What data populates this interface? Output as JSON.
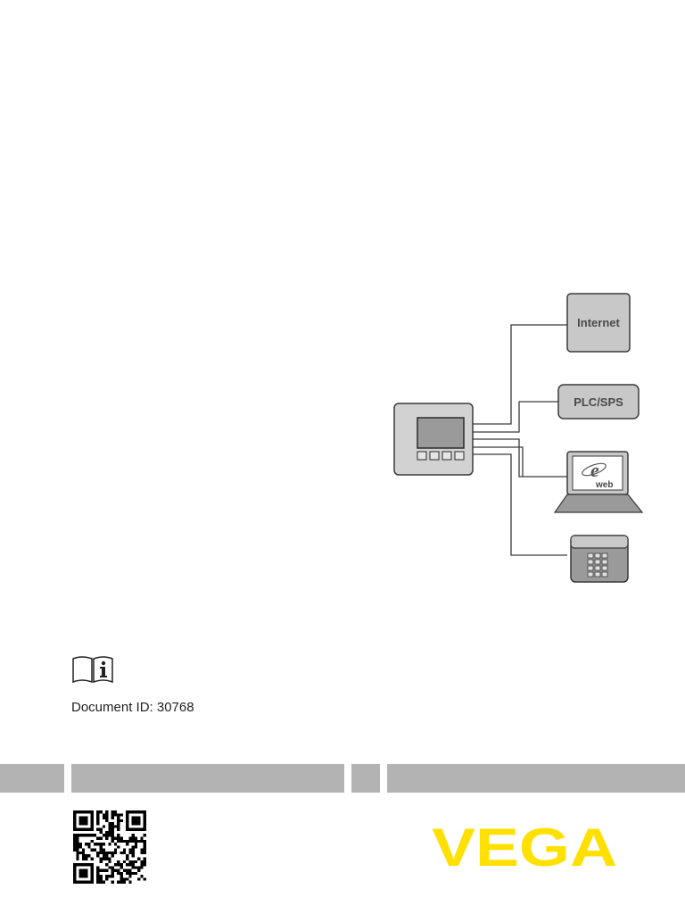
{
  "diagram": {
    "internet_label": "Internet",
    "plc_label": "PLC/SPS",
    "web_label": "web",
    "web_logo_letter": "e"
  },
  "document": {
    "id_text": "Document ID: 30768"
  },
  "brand": {
    "logo_text": "VEGA",
    "logo_color": "#ffe000"
  },
  "colors": {
    "device_fill": "#c8c8c8",
    "stroke": "#3a3a3a",
    "stripe": "#b3b3b3"
  }
}
